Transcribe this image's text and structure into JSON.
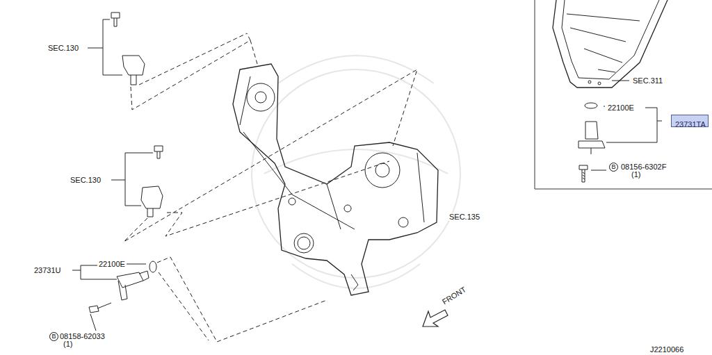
{
  "diagram": {
    "nodes": [
      {
        "text": [
          "23731TA"
        ]
      }
    ],
    "labels": [
      "SEC.130",
      "SEC.130",
      "SEC.135",
      "23731U",
      "22100E",
      "08158-62033",
      "(1)",
      "B",
      "SEC.311",
      "22100E",
      "08156-6302F",
      "(1)",
      "B",
      "FRONT",
      "J2210066"
    ]
  }
}
